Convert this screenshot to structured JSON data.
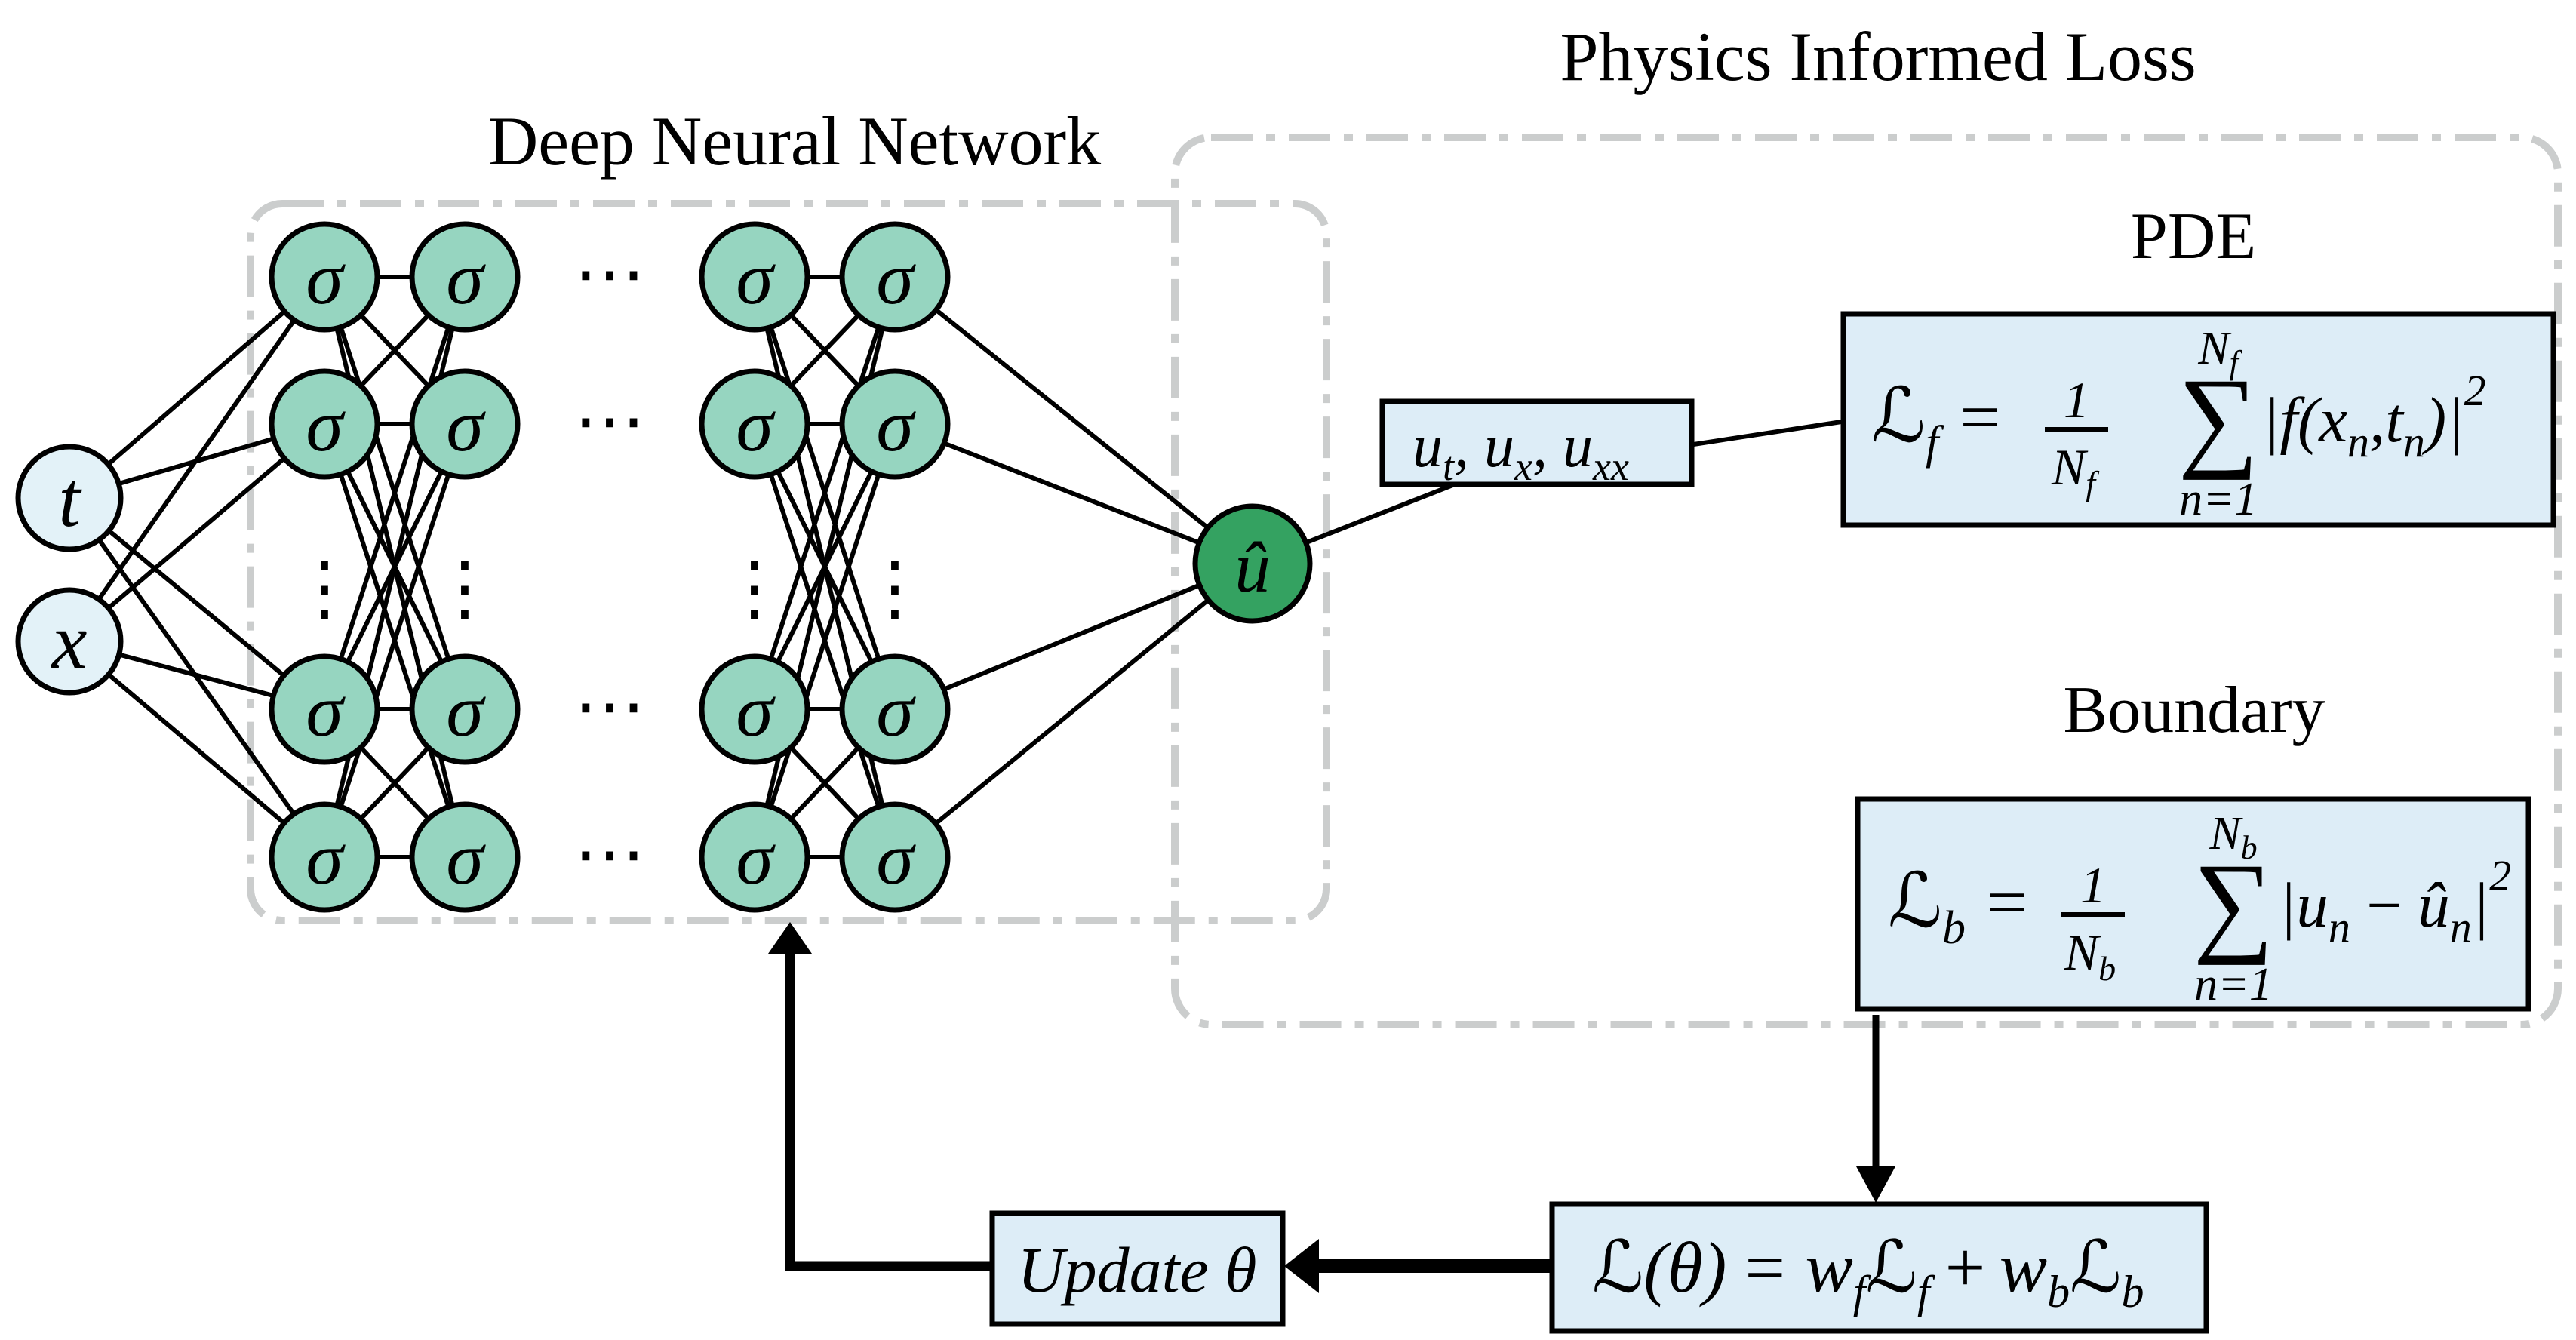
{
  "colors": {
    "input_fill": "#e3f2f8",
    "hidden_fill": "#96d5c0",
    "output_fill": "#34a261",
    "box_fill": "#ddedf7",
    "dash_gray": "#cbcdcd",
    "ink": "#000000"
  },
  "titles": {
    "dnn": "Deep Neural Network",
    "pil": "Physics Informed Loss",
    "pde": "PDE",
    "boundary": "Boundary"
  },
  "network": {
    "inputs": [
      {
        "label": "t"
      },
      {
        "label": "x"
      }
    ],
    "hidden_label": "σ",
    "output_label": "û",
    "hdots": "⋯",
    "vdots": "⋮"
  },
  "derivatives_box": {
    "u1": "u",
    "s1": "t",
    "c1": ",",
    "u2": "u",
    "s2": "x",
    "c2": ",",
    "u3": "u",
    "s3": "xx"
  },
  "pde_loss": {
    "lhs": "ℒ",
    "lhs_sub": "f",
    "equals": "=",
    "frac_num": "1",
    "frac_den": "N",
    "frac_den_sub": "f",
    "sum_sym": "∑",
    "sum_top": "N",
    "sum_top_sub": "f",
    "sum_bot": "n=1",
    "body_1": "|f(x",
    "body_sub1": "n",
    "body_2": ",t",
    "body_sub2": "n",
    "body_3": ")|",
    "body_sup": "2"
  },
  "boundary_loss": {
    "lhs": "ℒ",
    "lhs_sub": "b",
    "equals": "=",
    "frac_num": "1",
    "frac_den": "N",
    "frac_den_sub": "b",
    "sum_sym": "∑",
    "sum_top": "N",
    "sum_top_sub": "b",
    "sum_bot": "n=1",
    "body_1": "|u",
    "body_sub1": "n",
    "body_2": "−",
    "body_3": "û",
    "body_sub2": "n",
    "body_4": "|",
    "body_sup": "2"
  },
  "total_loss": {
    "lhs": "ℒ(θ)",
    "equals": "=",
    "w1": "w",
    "w1_sub": "f",
    "L1": "ℒ",
    "L1_sub": "f",
    "plus": "+",
    "w2": "w",
    "w2_sub": "b",
    "L2": "ℒ",
    "L2_sub": "b"
  },
  "update_box": {
    "label": "Update θ"
  }
}
